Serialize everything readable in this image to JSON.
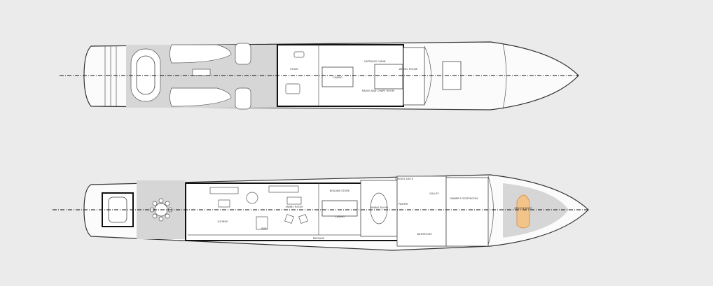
{
  "upper_deck": {
    "rooms": {
      "study": "STUDY",
      "casing": "CASING",
      "captains_cabin": "CAPTAIN'S CABIN",
      "radio_chart_room": "RADIO AND CHART ROOM",
      "wheelhouse": "WHEEL HOUSE"
    }
  },
  "main_deck": {
    "rooms": {
      "lounge": "LOUNGE",
      "family_room": "FAMILY ROOM",
      "bar": "BAR",
      "bosuns_store": "BOSUNS STORE",
      "casing": "CASING",
      "passage": "PASSAGE",
      "dining_room": "DINING ROOM",
      "crews_suite": "CREW'S SUITE",
      "galley": "GALLEY",
      "pantry": "PANTRY",
      "bathroom": "BATHROOM",
      "owners_stateroom": "OWNER'S STATEROOM",
      "rescue_boat": "RESCUE BOAT"
    }
  },
  "colors": {
    "background": "#ebebeb",
    "deck": "#d6d6d6",
    "rescue_boat": "#f2c48a"
  }
}
